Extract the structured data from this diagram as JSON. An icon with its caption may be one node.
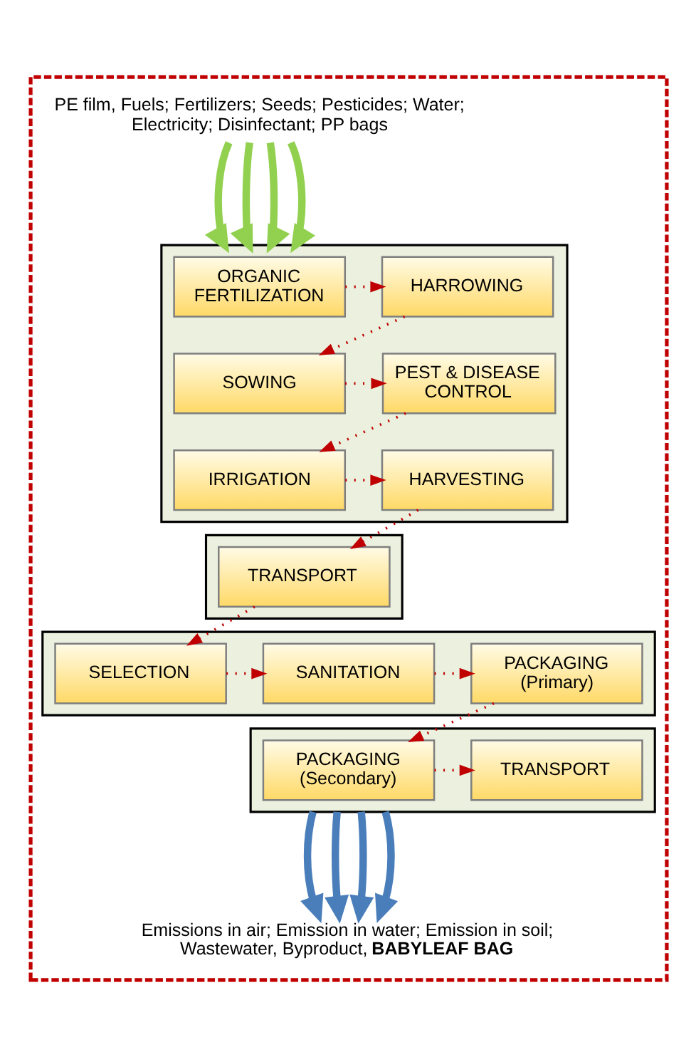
{
  "diagram": {
    "nodes": [
      {
        "text": [],
        "shape": "box"
      },
      {
        "text": [
          "PE film, Fuels; Fertilizers; Seeds; Pesticides; Water; Electricity; Disinfectant; PP bags"
        ],
        "in": 0
      },
      {
        "text": [],
        "shape": "box",
        "in": 0
      },
      {
        "text": [
          "ORGANIC FERTILIZATION"
        ],
        "in": 2
      },
      {
        "text": [
          "HARROWING"
        ],
        "in": 2
      },
      {
        "text": [
          "PEST & DISEASE CONTROL"
        ],
        "in": 2
      },
      {
        "text": [
          "SOWING"
        ],
        "in": 2
      },
      {
        "text": [
          "IRRIGATION"
        ],
        "in": 2
      },
      {
        "text": [
          "HARVESTING"
        ],
        "in": 2
      },
      {
        "text": [],
        "shape": "box",
        "in": 0
      },
      {
        "text": [
          "TRANSPORT"
        ],
        "in": 9
      },
      {
        "text": [],
        "shape": "box",
        "in": 0
      },
      {
        "text": [
          "SELECTION"
        ],
        "in": 11
      },
      {
        "text": [
          "SANITATION"
        ],
        "in": 11
      },
      {
        "text": [
          "PACKAGING (Primary)"
        ],
        "in": 11
      },
      {
        "text": [],
        "shape": "box",
        "in": 0
      },
      {
        "text": [
          "TRANSPORT"
        ],
        "in": 15
      },
      {
        "text": [
          "PACKAGING (Secondary)"
        ],
        "in": 15
      },
      {
        "text": [
          "Emissions in air; Emission in water; Emission in soil; Wastewater, Byproduct, **BABYLEAF BAG**"
        ],
        "in": 0
      }
    ],
    "edges": [
      {
        "from": 1,
        "to": 2,
        "arrow": "to",
        "style": "thick",
        "color": "#92d050"
      },
      {
        "from": 1,
        "to": 2,
        "arrow": "to",
        "style": "thick",
        "color": "#92d050"
      },
      {
        "from": 1,
        "to": 2,
        "arrow": "to",
        "style": "thick",
        "color": "#92d050"
      },
      {
        "from": 1,
        "to": 2,
        "arrow": "to",
        "style": "thick",
        "color": "#92d050"
      },
      {
        "from": 3,
        "to": 4,
        "arrow": "to",
        "style": "dashed",
        "color": "#c00000"
      },
      {
        "from": 4,
        "to": 6,
        "arrow": "to",
        "style": "dashed",
        "color": "#c00000"
      },
      {
        "from": 6,
        "to": 5,
        "arrow": "to",
        "style": "dashed",
        "color": "#c00000"
      },
      {
        "from": 5,
        "to": 7,
        "arrow": "to",
        "style": "dashed",
        "color": "#c00000"
      },
      {
        "from": 7,
        "to": 8,
        "arrow": "to",
        "style": "dashed",
        "color": "#c00000"
      },
      {
        "from": 8,
        "to": 10,
        "arrow": "to",
        "style": "dashed",
        "color": "#c00000"
      },
      {
        "from": 10,
        "to": 12,
        "arrow": "to",
        "style": "dashed",
        "color": "#c00000"
      },
      {
        "from": 12,
        "to": 13,
        "arrow": "to",
        "style": "dashed",
        "color": "#c00000"
      },
      {
        "from": 13,
        "to": 14,
        "arrow": "to",
        "style": "dashed",
        "color": "#c00000"
      },
      {
        "from": 14,
        "to": 17,
        "arrow": "to",
        "style": "dashed",
        "color": "#c00000"
      },
      {
        "from": 17,
        "to": 16,
        "arrow": "to",
        "style": "dashed",
        "color": "#c00000"
      },
      {
        "from": 15,
        "to": 18,
        "arrow": "to",
        "style": "thick",
        "color": "#4a7ebb"
      },
      {
        "from": 15,
        "to": 18,
        "arrow": "to",
        "style": "thick",
        "color": "#4a7ebb"
      },
      {
        "from": 15,
        "to": 18,
        "arrow": "to",
        "style": "thick",
        "color": "#4a7ebb"
      },
      {
        "from": 15,
        "to": 18,
        "arrow": "to",
        "style": "thick",
        "color": "#4a7ebb"
      }
    ]
  }
}
